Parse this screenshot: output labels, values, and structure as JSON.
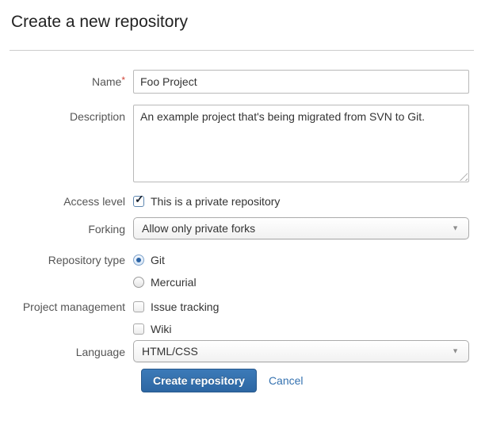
{
  "page": {
    "title": "Create a new repository"
  },
  "form": {
    "name": {
      "label": "Name",
      "required_mark": "*",
      "value": "Foo Project"
    },
    "description": {
      "label": "Description",
      "value": "An example project that's being migrated from SVN to Git."
    },
    "access_level": {
      "label": "Access level",
      "option_label": "This is a private repository",
      "checked": true
    },
    "forking": {
      "label": "Forking",
      "selected_option": "Allow only private forks"
    },
    "repository_type": {
      "label": "Repository type",
      "options": [
        {
          "label": "Git",
          "selected": true
        },
        {
          "label": "Mercurial",
          "selected": false
        }
      ]
    },
    "project_management": {
      "label": "Project management",
      "options": [
        {
          "label": "Issue tracking",
          "checked": false
        },
        {
          "label": "Wiki",
          "checked": false
        }
      ]
    },
    "language": {
      "label": "Language",
      "selected_option": "HTML/CSS"
    },
    "actions": {
      "submit_label": "Create repository",
      "cancel_label": "Cancel"
    }
  },
  "icons": {
    "checkmark": "✓",
    "dropdown_arrow": "▼"
  },
  "colors": {
    "accent_blue": "#3572b0",
    "required_red": "#d04437",
    "button_top": "#3c7ab8",
    "button_bottom": "#2d67a3"
  }
}
